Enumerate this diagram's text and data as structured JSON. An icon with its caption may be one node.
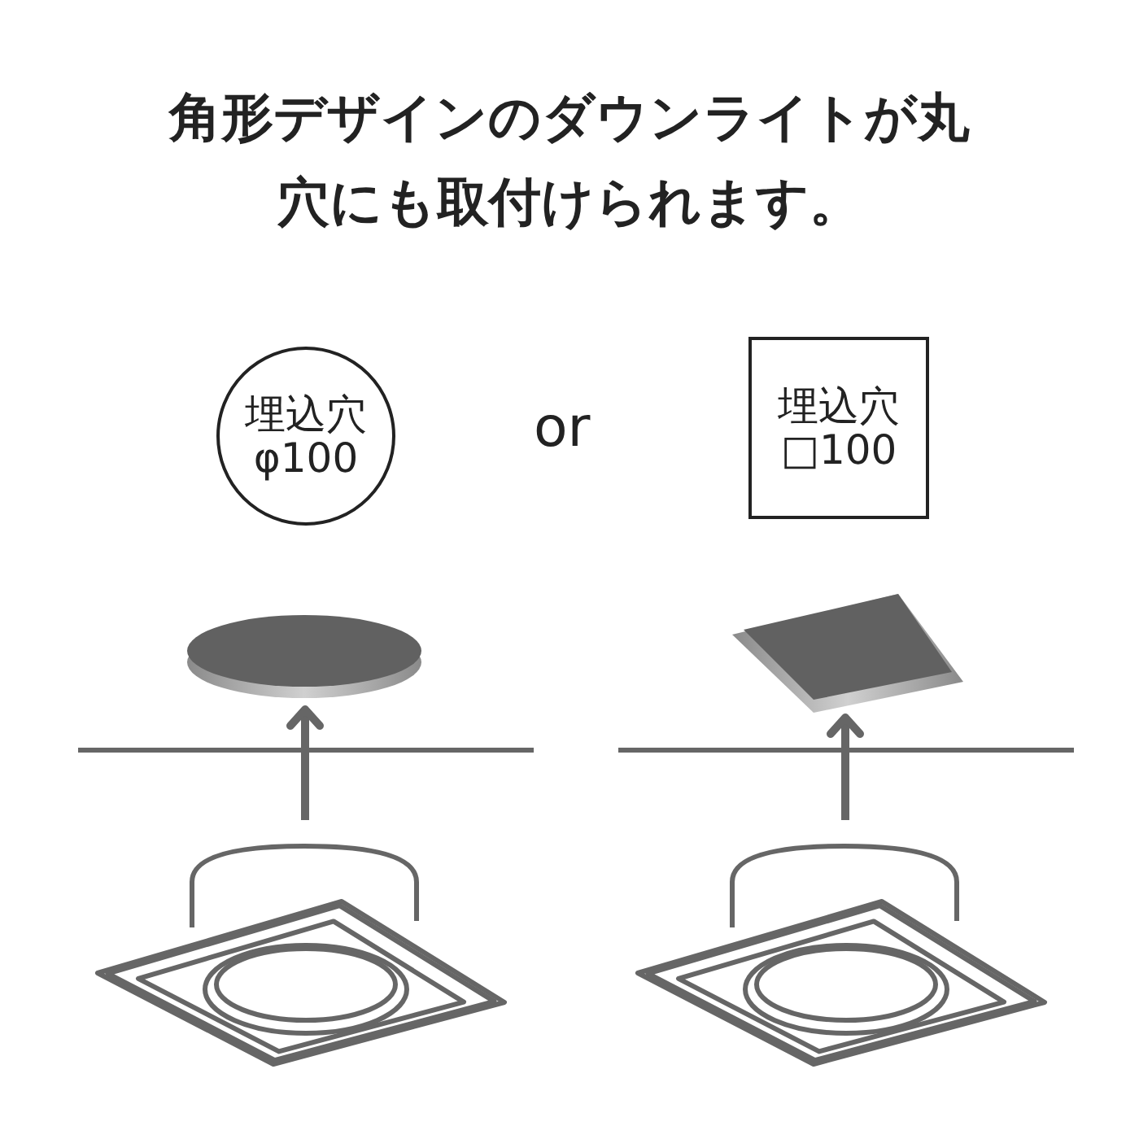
{
  "diagram": {
    "title": "角形デザインのダウンライトが丸穴にも取付けられます。",
    "nodes": [
      {
        "text": [
          "埋込穴",
          "φ100"
        ]
      },
      {
        "text": [
          "埋込穴",
          "□100"
        ]
      },
      {
        "text": [],
        "shape": "picture"
      },
      {
        "text": [],
        "shape": "picture"
      },
      {
        "text": [],
        "shape": "picture"
      },
      {
        "text": [],
        "shape": "picture"
      }
    ],
    "edges": [
      {
        "from": 4,
        "to": 2,
        "arrow": "to"
      },
      {
        "from": 5,
        "to": 3,
        "arrow": "to"
      }
    ],
    "labels": [
      "or"
    ]
  }
}
